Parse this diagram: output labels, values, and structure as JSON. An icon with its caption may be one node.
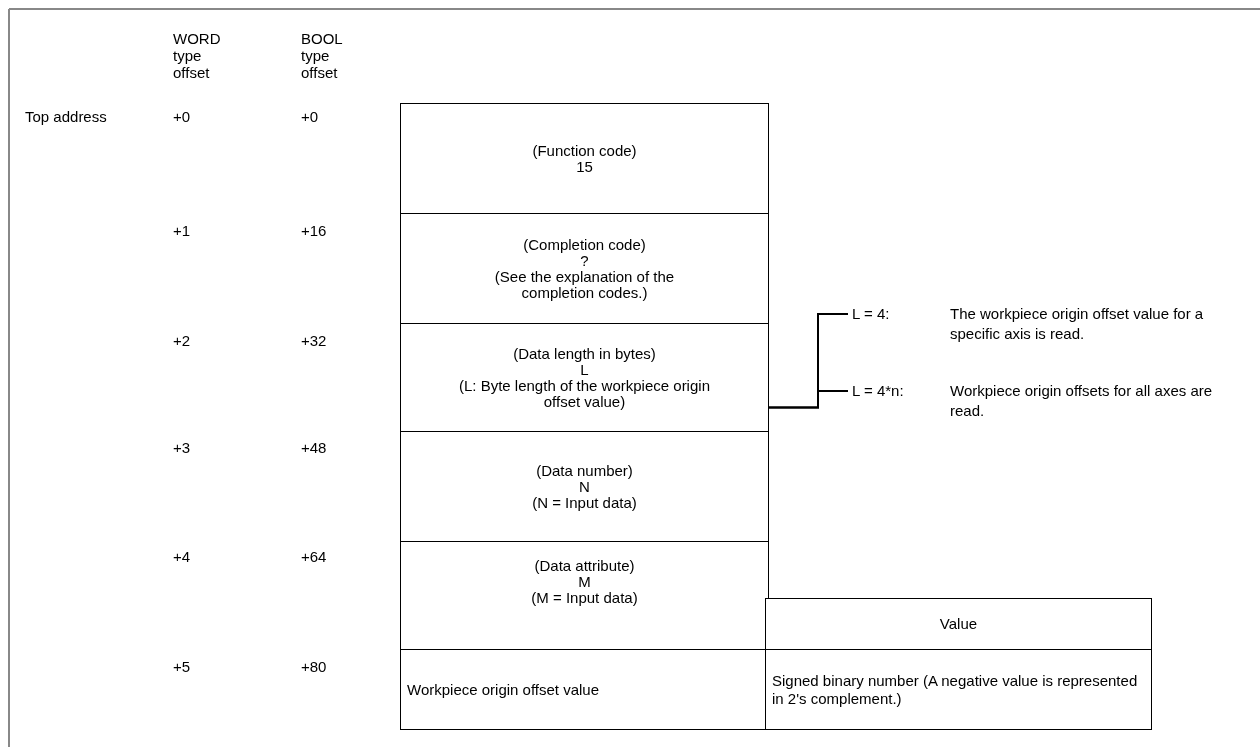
{
  "diagram": {
    "nodes": [
      {
        "text": [
          "(Function code)",
          "15"
        ]
      },
      {
        "text": [
          "(Completion code)",
          "?",
          "(See the explanation of the completion codes.)"
        ]
      },
      {
        "text": [
          "(Data length in bytes)",
          "L",
          "(L: Byte length of the workpiece origin offset value)"
        ]
      },
      {
        "text": [
          "(Data number)",
          "N",
          "(N = Input data)"
        ]
      },
      {
        "text": [
          "(Data attribute)",
          "M",
          "(M = Input data)"
        ]
      },
      {
        "text": [
          "Workpiece origin offset value"
        ]
      },
      {
        "text": [
          "Value"
        ]
      },
      {
        "text": [
          "Signed binary number (A negative value is represented in 2's complement.)"
        ]
      },
      {
        "text": [
          "L = 4:",
          "The workpiece origin offset value for a specific axis is read."
        ]
      },
      {
        "text": [
          "L = 4*n:",
          "Workpiece origin offsets for all axes are read."
        ]
      }
    ],
    "edges": [
      {
        "from": 2,
        "to": 8,
        "arrow": "none"
      },
      {
        "from": 2,
        "to": 9,
        "arrow": "none"
      }
    ],
    "labels": [
      "WORD type offset",
      "BOOL type offset",
      "Top address",
      "+0",
      "+0",
      "+1",
      "+16",
      "+2",
      "+32",
      "+3",
      "+48",
      "+4",
      "+64",
      "+5",
      "+80"
    ]
  }
}
